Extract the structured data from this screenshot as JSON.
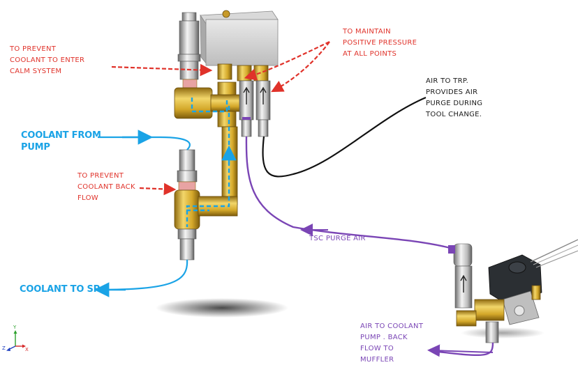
{
  "labels": {
    "prevent_calm": "TO PREVENT\nCOOLANT TO ENTER\nCALM SYSTEM",
    "positive_pressure": "TO MAINTAIN\nPOSITIVE PRESSURE\nAT ALL POINTS",
    "air_trp": "AIR TO TRP.\nPROVIDES AIR\nPURGE DURING\nTOOL CHANGE.",
    "coolant_from_pump": "COOLANT FROM\nPUMP",
    "prevent_backflow": "TO PREVENT\nCOOLANT BACK\nFLOW",
    "coolant_to_sp": "COOLANT TO SP",
    "tsc_purge": "TSC PURGE AIR",
    "air_coolant_pump": "AIR TO COOLANT\nPUMP . BACK\nFLOW TO\nMUFFLER"
  },
  "triad": {
    "x": "X",
    "y": "Y",
    "z": "Z"
  },
  "colors": {
    "red": "#e0322a",
    "blue": "#1aa3e6",
    "purple": "#7a45b5",
    "brass": "#d9b43a",
    "black": "#111111"
  }
}
